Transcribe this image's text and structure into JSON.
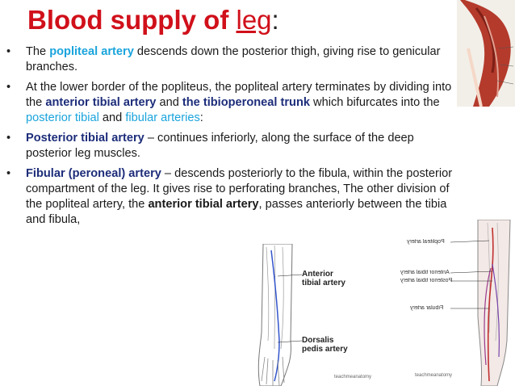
{
  "title": {
    "main": "Blood supply of ",
    "underlined": "leg",
    "colon": ":"
  },
  "bullets": [
    {
      "parts": [
        {
          "text": "The ",
          "style": "plain"
        },
        {
          "text": "popliteal artery",
          "style": "cyan"
        },
        {
          "text": " descends down the posterior thigh, giving rise to genicular branches.",
          "style": "plain"
        }
      ]
    },
    {
      "parts": [
        {
          "text": "At the lower border of the popliteus, the popliteal artery terminates by dividing into the ",
          "style": "plain"
        },
        {
          "text": "anterior tibial artery",
          "style": "navy"
        },
        {
          "text": " and ",
          "style": "plain"
        },
        {
          "text": "the tibioperoneal trunk",
          "style": "navy"
        },
        {
          "text": " which bifurcates into the ",
          "style": "plain"
        },
        {
          "text": "posterior tibial",
          "style": "cyan-n"
        },
        {
          "text": " and ",
          "style": "plain"
        },
        {
          "text": "fibular arteries",
          "style": "cyan-n"
        },
        {
          "text": ":",
          "style": "plain"
        }
      ]
    },
    {
      "parts": [
        {
          "text": "Posterior tibial artery",
          "style": "navy"
        },
        {
          "text": " – continues inferiorly, along the surface of the deep posterior leg muscles.",
          "style": "plain"
        }
      ]
    },
    {
      "parts": [
        {
          "text": "Fibular (peroneal) artery",
          "style": "navy"
        },
        {
          "text": " – descends posteriorly to the fibula, within the posterior compartment of the leg. It gives rise to perforating branches, The other division of the popliteal artery, the ",
          "style": "plain"
        },
        {
          "text": "anterior tibial artery",
          "style": "blk"
        },
        {
          "text": ", passes anteriorly between the tibia and fibula,",
          "style": "plain"
        }
      ]
    }
  ],
  "figure_front": {
    "label_anterior": "Anterior\ntibial artery",
    "label_dorsalis": "Dorsalis\npedis artery",
    "watermark": "teachmeanatomy"
  },
  "figure_back": {
    "labels": [
      "Popliteal artery",
      "Anterior tibial artery",
      "Posterior tibial artery",
      "Fibular artery"
    ],
    "watermark": "teachmeanatomy"
  },
  "colors": {
    "title": "#d0101a",
    "cyan": "#1aa4dc",
    "navy": "#1d2d7a"
  }
}
